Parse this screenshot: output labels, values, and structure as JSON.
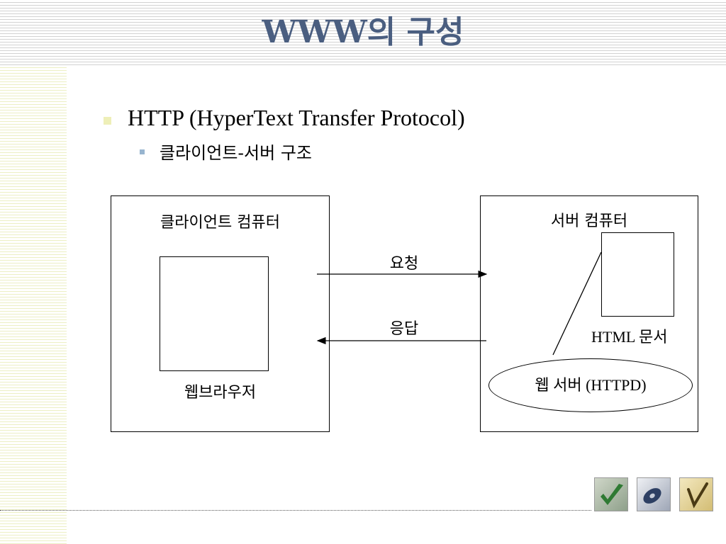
{
  "slide": {
    "title": "WWW의 구성",
    "bullets": [
      {
        "text": "HTTP (HyperText Transfer Protocol)"
      },
      {
        "text": "클라이언트-서버 구조"
      }
    ]
  },
  "diagram": {
    "client_title": "클라이언트 컴퓨터",
    "browser_label": "웹브라우저",
    "server_title": "서버 컴퓨터",
    "html_doc_label": "HTML 문서",
    "web_server_label": "웹 서버 (HTTPD)",
    "request_label": "요청",
    "response_label": "응답"
  },
  "footer_icons": [
    "check-mark-icon",
    "cd-disc-icon",
    "pen-mark-icon"
  ]
}
